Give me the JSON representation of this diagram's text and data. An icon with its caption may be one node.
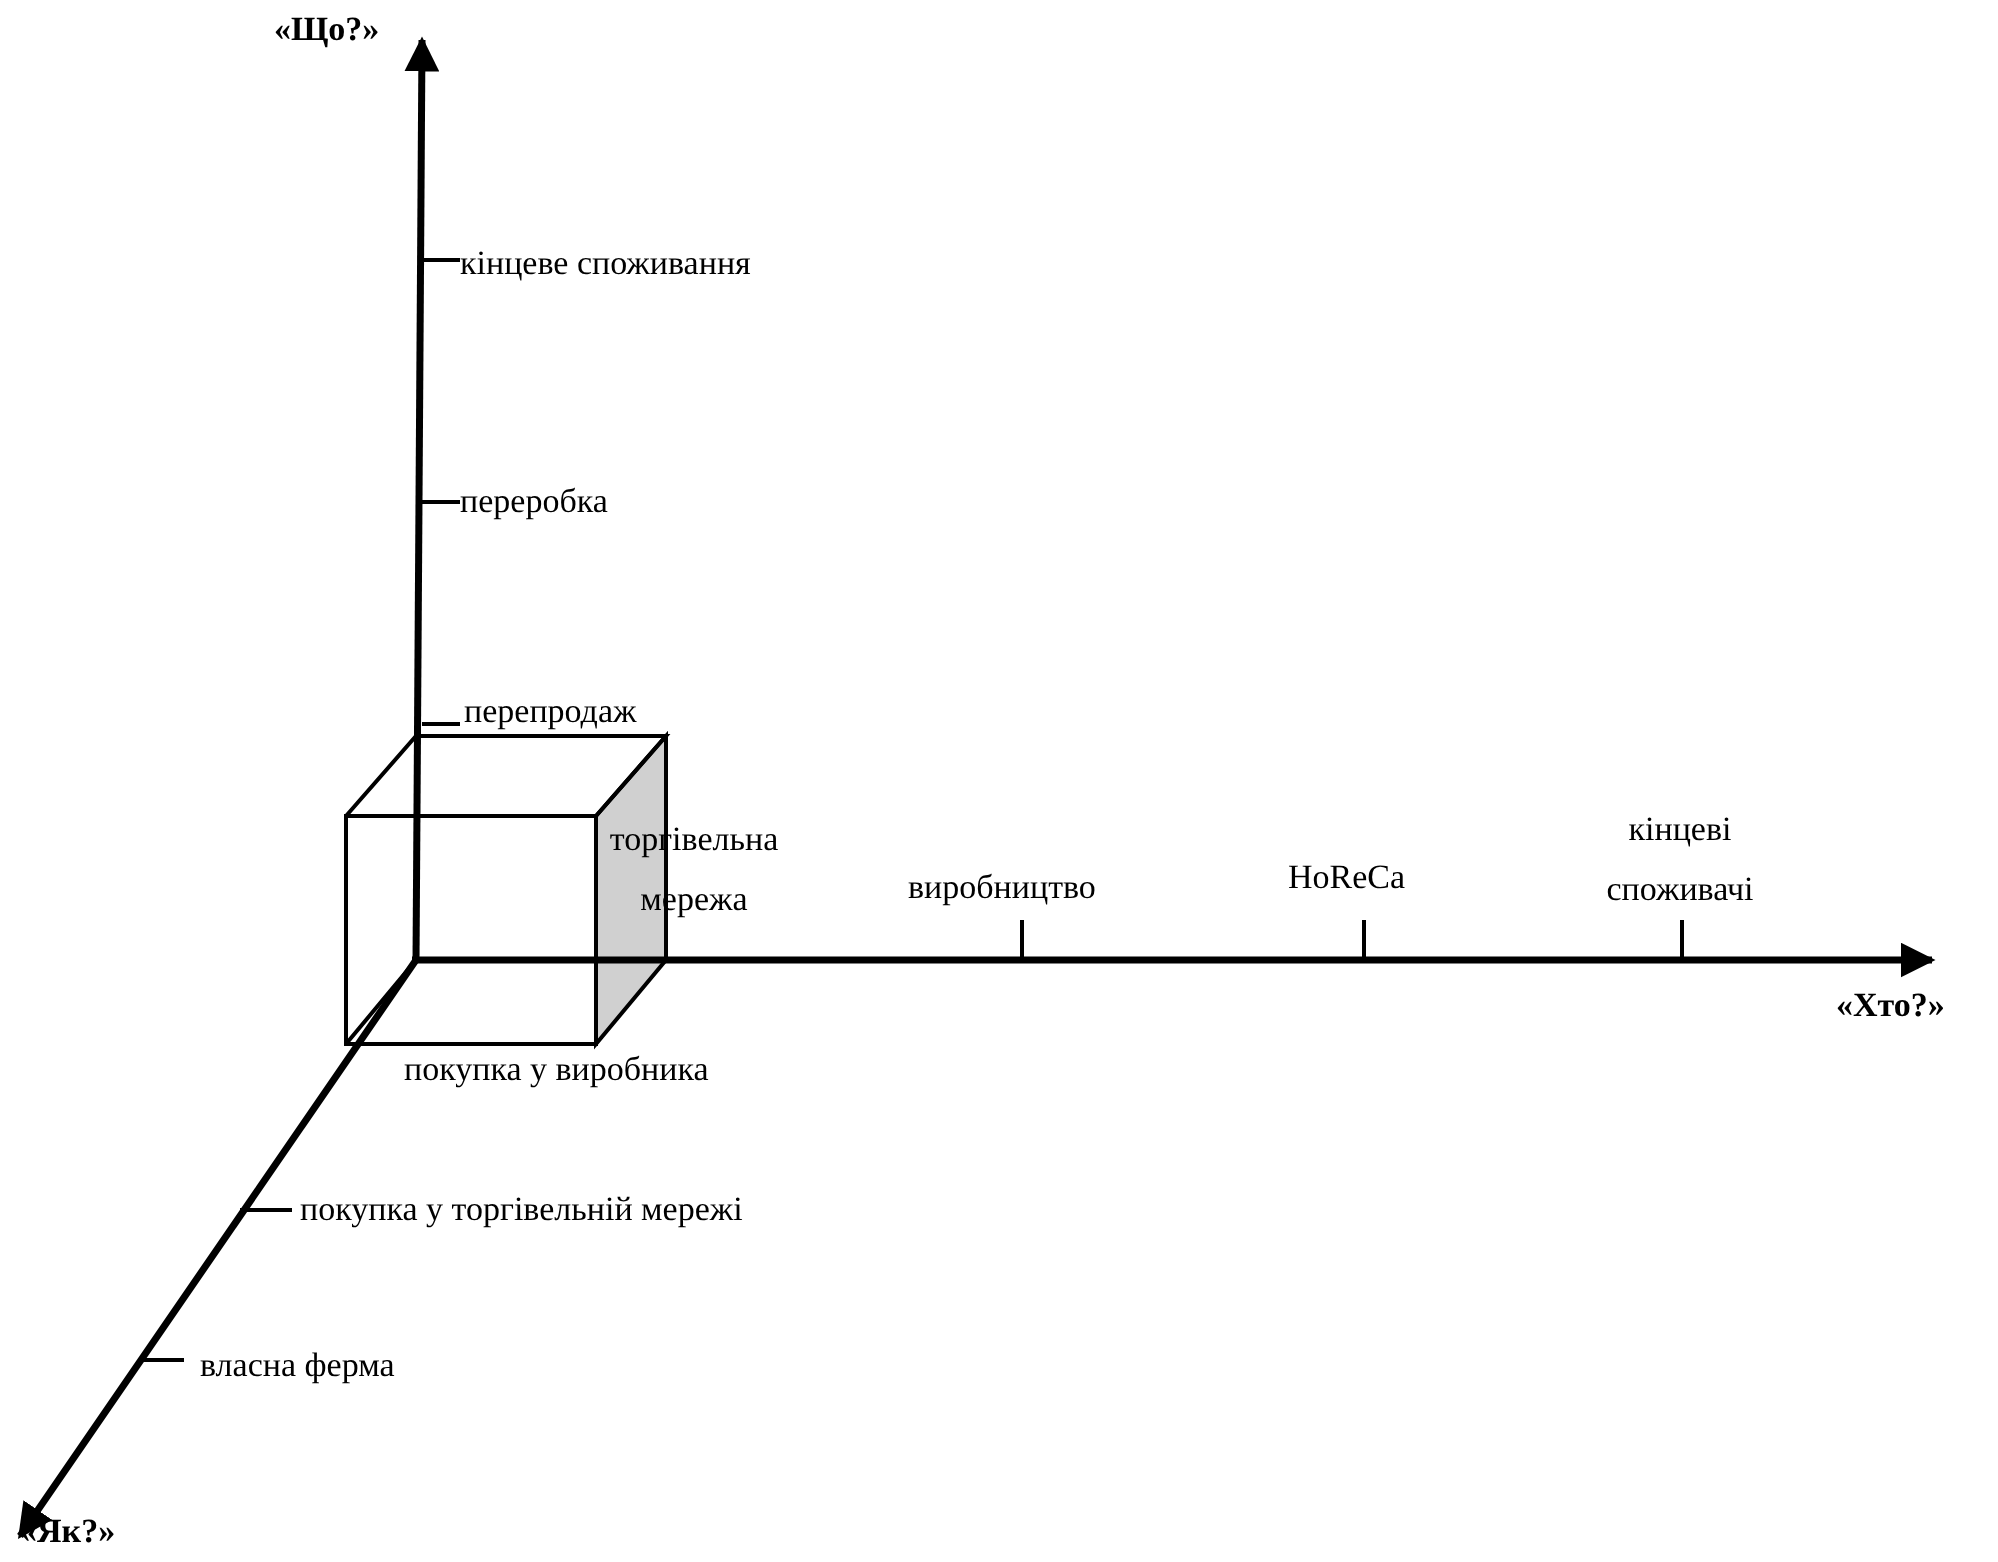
{
  "diagram": {
    "labels": [
      "«Що?»",
      "кінцеве споживання",
      "переробка",
      "перепродаж",
      "торгівельна мережа",
      "виробництво",
      "HoReCa",
      "кінцеві споживачі",
      "«Хто?»",
      "покупка у виробника",
      "покупка у торгівельній мережі",
      "власна ферма",
      "«Як?»"
    ]
  }
}
